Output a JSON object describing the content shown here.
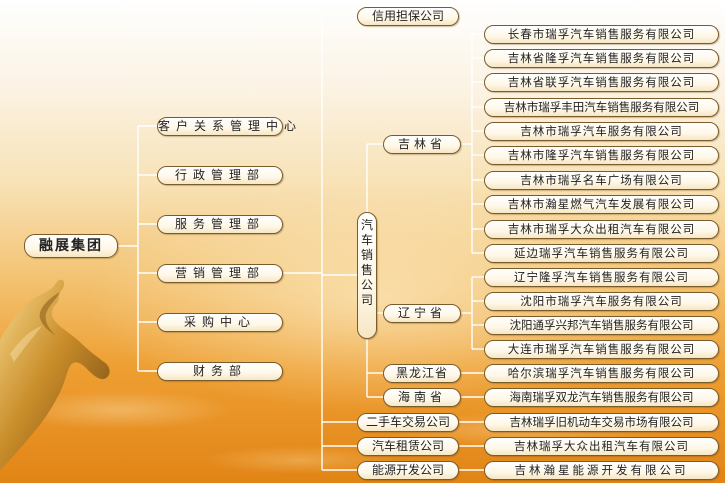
{
  "root": "融展集团",
  "departments": [
    "客户关系管理中心",
    "行政管理部",
    "服务管理部",
    "营销管理部",
    "采购中心",
    "财务部"
  ],
  "credit_company": "信用担保公司",
  "auto_sales_company": "汽车销售公司",
  "provinces": {
    "jilin": "吉林省",
    "liaoning": "辽宁省",
    "heilongjiang": "黑龙江省",
    "hainan": "海南省"
  },
  "jilin_dealers": [
    "长春市瑞孚汽车销售服务有限公司",
    "吉林省隆孚汽车销售服务有限公司",
    "吉林省联孚汽车销售服务有限公司",
    "吉林市瑞孚丰田汽车销售服务有限公司",
    "吉林市瑞孚汽车服务有限公司",
    "吉林市隆孚汽车销售服务有限公司",
    "吉林市瑞孚名车广场有限公司",
    "吉林市瀚星燃气汽车发展有限公司",
    "吉林市瑞孚大众出租汽车有限公司",
    "延边瑞孚汽车销售服务有限公司"
  ],
  "liaoning_dealers": [
    "辽宁隆孚汽车销售服务有限公司",
    "沈阳市瑞孚汽车服务有限公司",
    "沈阳通孚兴邦汽车销售服务有限公司",
    "大连市瑞孚汽车销售服务有限公司"
  ],
  "heilongjiang_dealer": "哈尔滨瑞孚汽车销售服务有限公司",
  "hainan_dealer": "海南瑞孚双龙汽车销售服务有限公司",
  "other_companies": [
    {
      "name": "二手车交易公司",
      "sub": "吉林瑞孚旧机动车交易市场有限公司"
    },
    {
      "name": "汽车租赁公司",
      "sub": "吉林瑞孚大众出租汽车有限公司"
    },
    {
      "name": "能源开发公司",
      "sub": "吉林瀚星能源开发有限公司"
    }
  ]
}
